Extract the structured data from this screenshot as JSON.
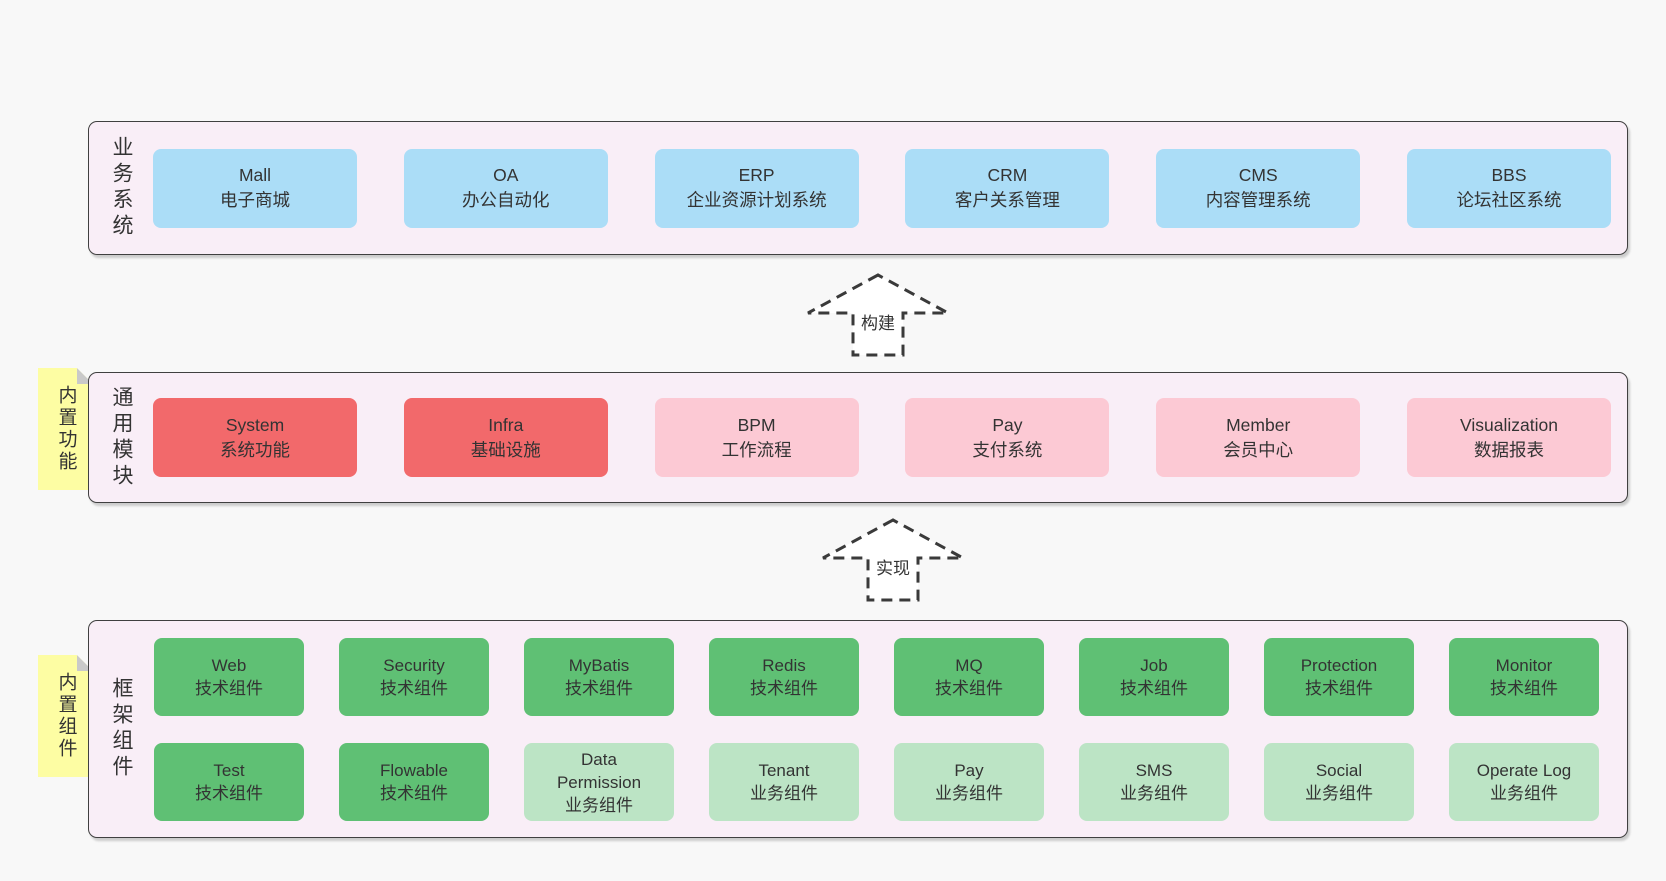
{
  "colors": {
    "background": "#f8f8f8",
    "panel_bg": "#f9eef7",
    "panel_border": "#404040",
    "blue": "#abddf7",
    "red": "#f2696b",
    "pink": "#fcc9d4",
    "green": "#5fc074",
    "green_light": "#bce4c5",
    "sticky_yellow": "#fdfda3",
    "text": "#333333"
  },
  "panels": {
    "business": {
      "label": "业务系统",
      "boxes": [
        {
          "en": "Mall",
          "zh": "电子商城",
          "color": "blue"
        },
        {
          "en": "OA",
          "zh": "办公自动化",
          "color": "blue"
        },
        {
          "en": "ERP",
          "zh": "企业资源计划系统",
          "color": "blue"
        },
        {
          "en": "CRM",
          "zh": "客户关系管理",
          "color": "blue"
        },
        {
          "en": "CMS",
          "zh": "内容管理系统",
          "color": "blue"
        },
        {
          "en": "BBS",
          "zh": "论坛社区系统",
          "color": "blue"
        }
      ]
    },
    "modules": {
      "label": "通用模块",
      "sticky": "内置功能",
      "boxes": [
        {
          "en": "System",
          "zh": "系统功能",
          "color": "red"
        },
        {
          "en": "Infra",
          "zh": "基础设施",
          "color": "red"
        },
        {
          "en": "BPM",
          "zh": "工作流程",
          "color": "pink"
        },
        {
          "en": "Pay",
          "zh": "支付系统",
          "color": "pink"
        },
        {
          "en": "Member",
          "zh": "会员中心",
          "color": "pink"
        },
        {
          "en": "Visualization",
          "zh": "数据报表",
          "color": "pink"
        }
      ]
    },
    "components": {
      "label": "框架组件",
      "sticky": "内置组件",
      "rows": [
        [
          {
            "en": "Web",
            "zh": "技术组件",
            "color": "green"
          },
          {
            "en": "Security",
            "zh": "技术组件",
            "color": "green"
          },
          {
            "en": "MyBatis",
            "zh": "技术组件",
            "color": "green"
          },
          {
            "en": "Redis",
            "zh": "技术组件",
            "color": "green"
          },
          {
            "en": "MQ",
            "zh": "技术组件",
            "color": "green"
          },
          {
            "en": "Job",
            "zh": "技术组件",
            "color": "green"
          },
          {
            "en": "Protection",
            "zh": "技术组件",
            "color": "green"
          },
          {
            "en": "Monitor",
            "zh": "技术组件",
            "color": "green"
          }
        ],
        [
          {
            "en": "Test",
            "zh": "技术组件",
            "color": "green"
          },
          {
            "en": "Flowable",
            "zh": "技术组件",
            "color": "green"
          },
          {
            "en": "Data Permission",
            "zh": "业务组件",
            "color": "green_light"
          },
          {
            "en": "Tenant",
            "zh": "业务组件",
            "color": "green_light"
          },
          {
            "en": "Pay",
            "zh": "业务组件",
            "color": "green_light"
          },
          {
            "en": "SMS",
            "zh": "业务组件",
            "color": "green_light"
          },
          {
            "en": "Social",
            "zh": "业务组件",
            "color": "green_light"
          },
          {
            "en": "Operate Log",
            "zh": "业务组件",
            "color": "green_light"
          }
        ]
      ]
    }
  },
  "arrows": [
    {
      "label": "构建"
    },
    {
      "label": "实现"
    }
  ]
}
